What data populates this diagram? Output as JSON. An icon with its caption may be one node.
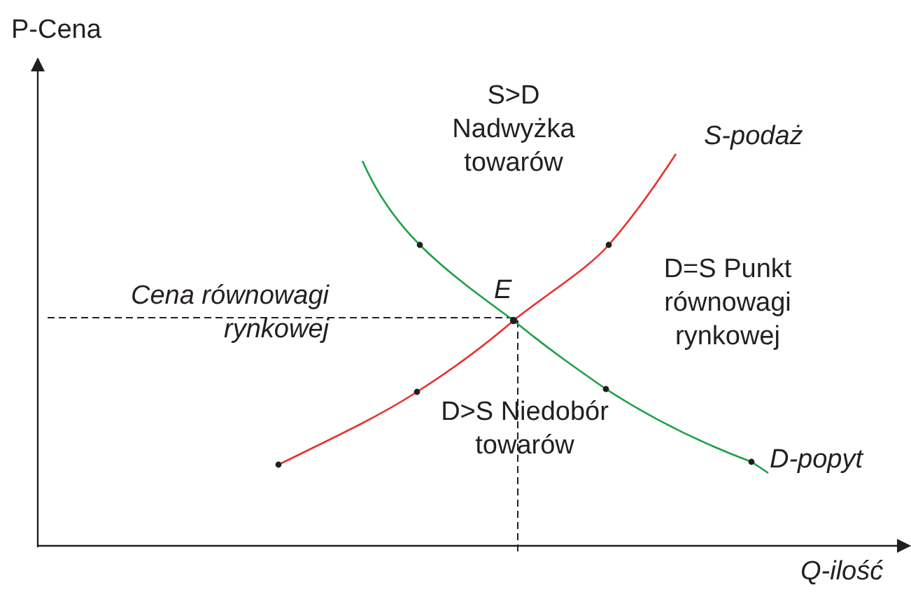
{
  "diagram": {
    "labels": [
      "P-Cena",
      "S>D Nadwyżka towarów",
      "S-podaż",
      "Cena równowagi rynkowej",
      "E",
      "D=S Punkt równowagi rynkowej",
      "D>S Niedobór towarów",
      "D-popyt",
      "Q-ilość"
    ]
  }
}
